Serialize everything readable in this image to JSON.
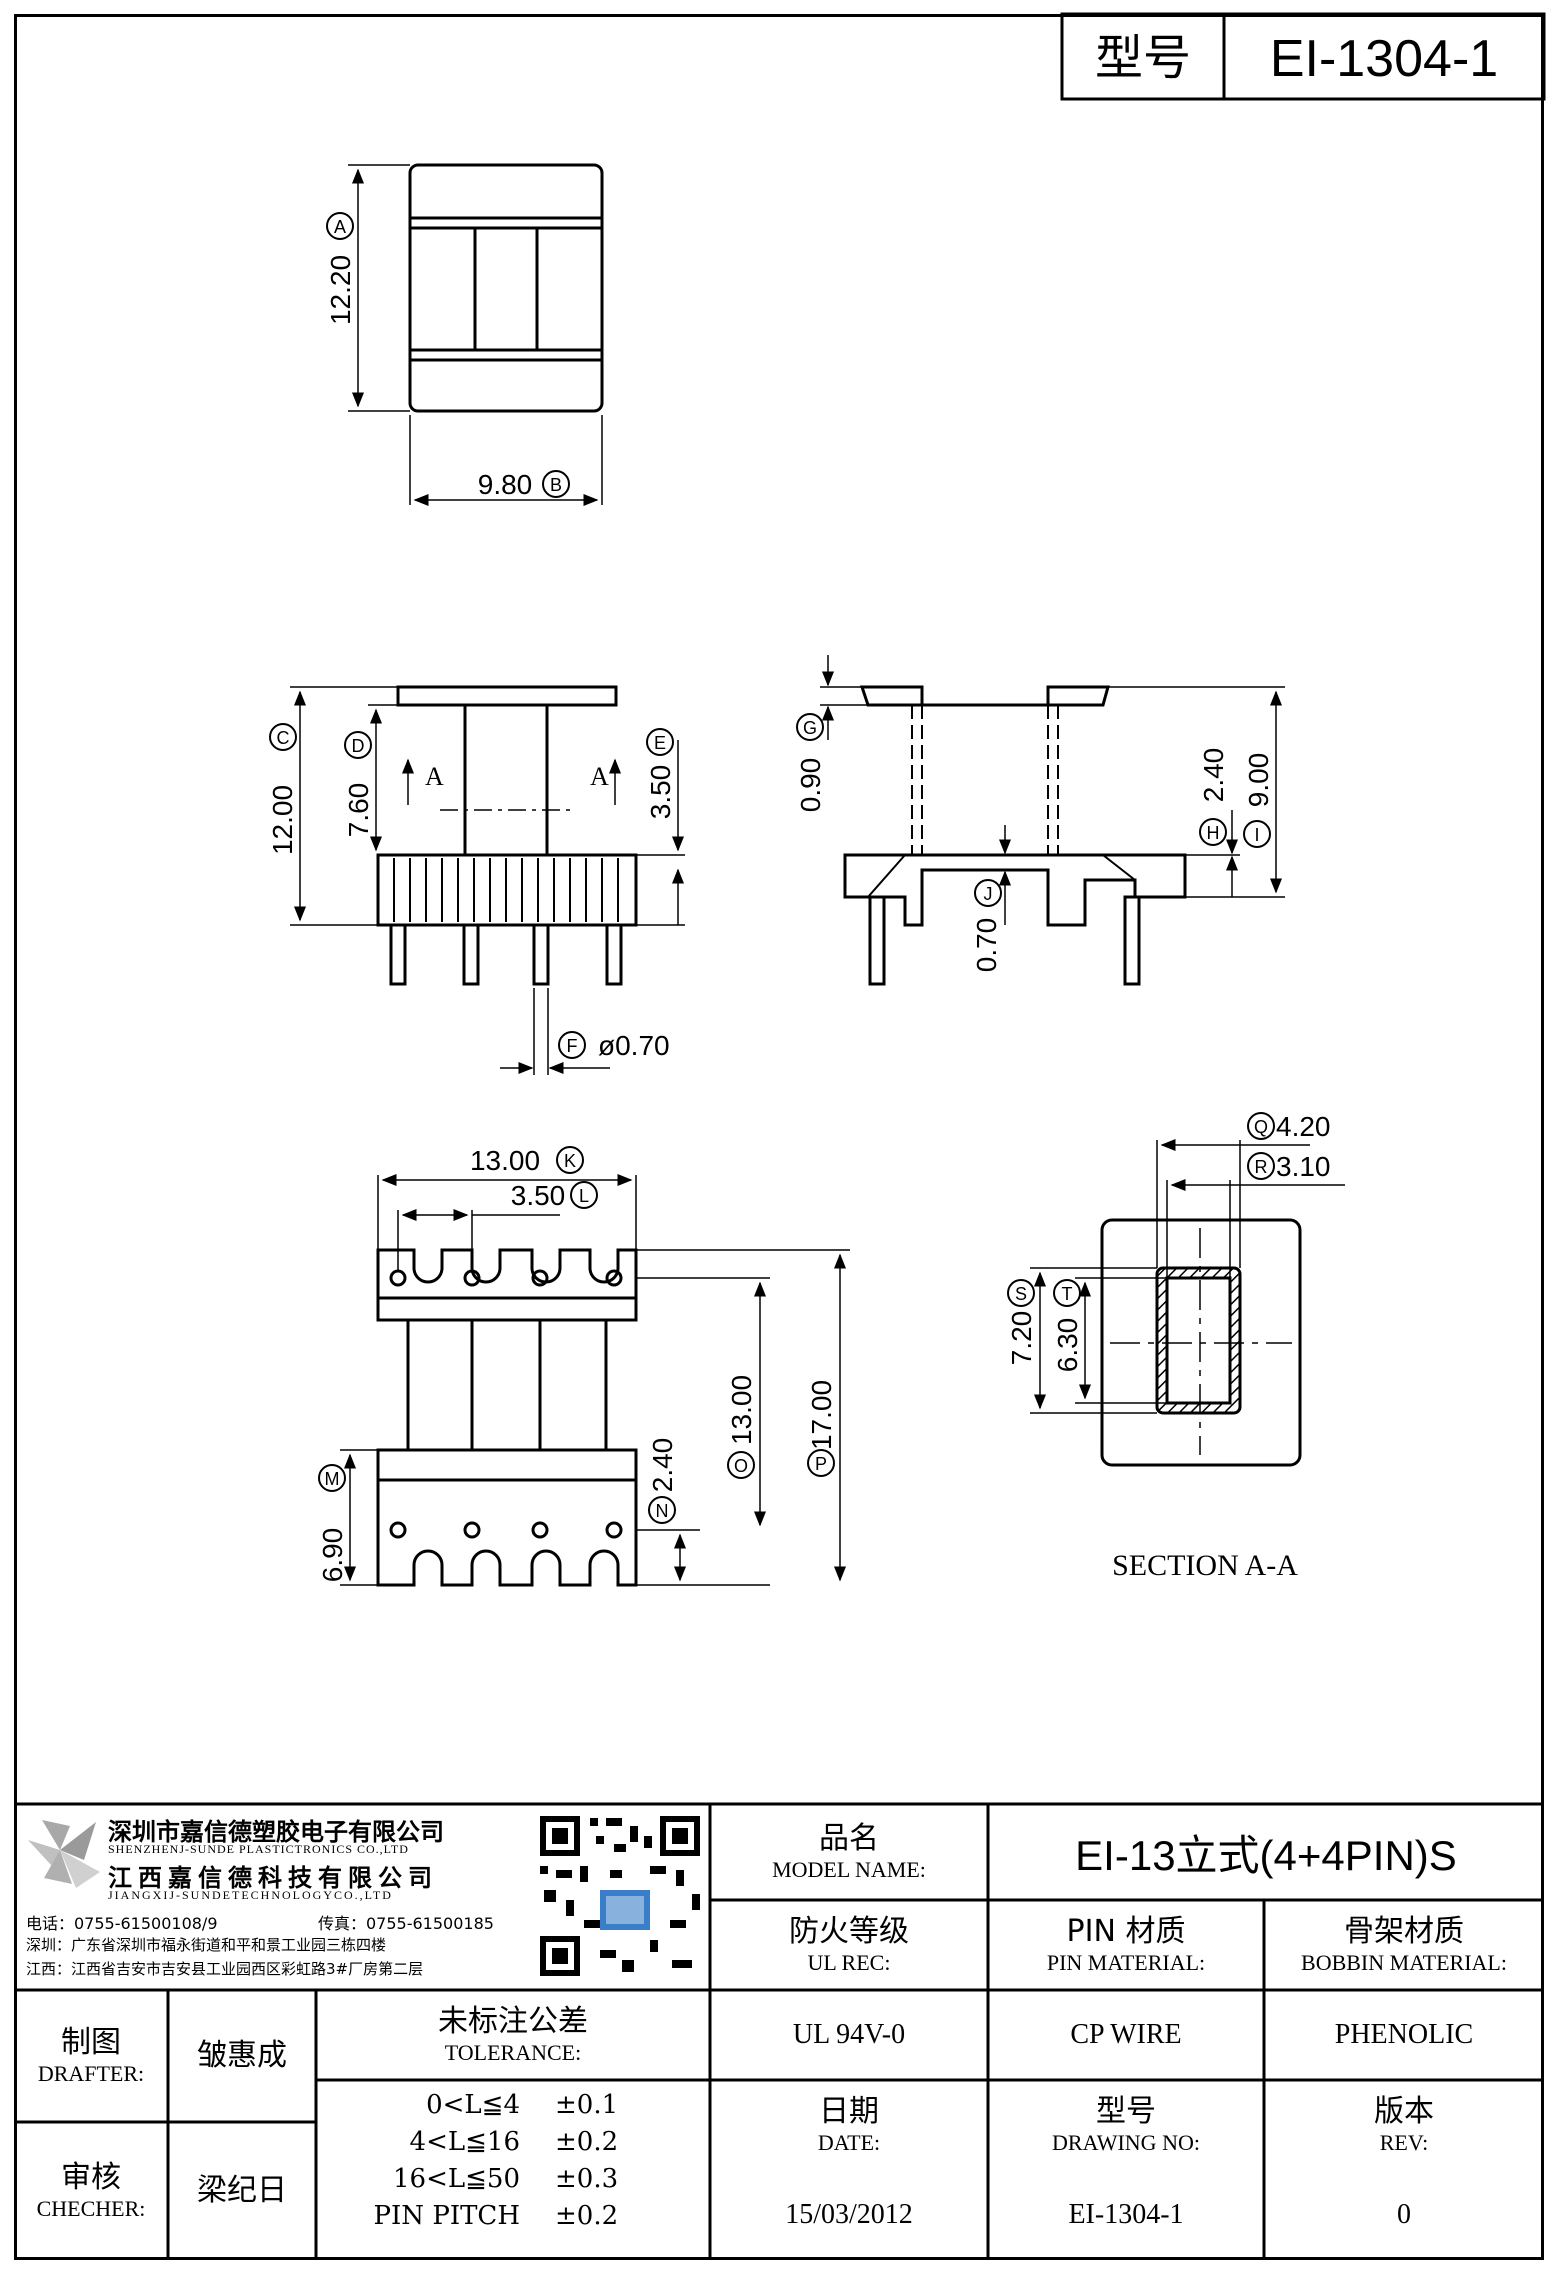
{
  "header": {
    "label": "型号",
    "model": "EI-1304-1"
  },
  "dims": {
    "A": "12.20",
    "B": "9.80",
    "C": "12.00",
    "D": "7.60",
    "E": "3.50",
    "F": "ø0.70",
    "G": "0.90",
    "H": "2.40",
    "I": "9.00",
    "J": "0.70",
    "K": "13.00",
    "L": "3.50",
    "M": "6.90",
    "N": "2.40",
    "O": "13.00",
    "P": "17.00",
    "Q": "4.20",
    "R": "3.10",
    "S": "7.20",
    "T": "6.30",
    "section_mark": "A"
  },
  "letters": {
    "A": "A",
    "B": "B",
    "C": "C",
    "D": "D",
    "E": "E",
    "F": "F",
    "G": "G",
    "H": "H",
    "I": "I",
    "J": "J",
    "K": "K",
    "L": "L",
    "M": "M",
    "N": "N",
    "O": "O",
    "P": "P",
    "Q": "Q",
    "R": "R",
    "S": "S",
    "T": "T"
  },
  "section_label": "SECTION A-A",
  "company": {
    "name_cn": "深圳市嘉信德塑胶电子有限公司",
    "name_en": "SHENZHENJ-SUNDE PLASTICTRONICS CO.,LTD",
    "name2_cn": "江西嘉信德科技有限公司",
    "name2_en": "JIANGXIJ-SUNDETECHNOLOGYCO.,LTD",
    "tel": "电话：0755-61500108/9",
    "fax": "传真：0755-61500185",
    "addr_sz": "深圳：广东省深圳市福永街道和平和景工业园三栋四楼",
    "addr_jx": "江西：江西省吉安市吉安县工业园西区彩虹路3#厂房第二层"
  },
  "titleblock": {
    "model_name_cn": "品名",
    "model_name_en": "MODEL NAME:",
    "model_name_val": "EI-13立式(4+4PIN)S",
    "ul_cn": "防火等级",
    "ul_en": "UL REC:",
    "ul_val": "UL 94V-0",
    "pin_cn": "PIN 材质",
    "pin_en": "PIN MATERIAL:",
    "pin_val": "CP WIRE",
    "bobbin_cn": "骨架材质",
    "bobbin_en": "BOBBIN MATERIAL:",
    "bobbin_val": "PHENOLIC",
    "drafter_cn": "制图",
    "drafter_en": "DRAFTER:",
    "drafter_val": "皱惠成",
    "checker_cn": "审核",
    "checker_en": "CHECHER:",
    "checker_val": "梁纪日",
    "tol_cn": "未标注公差",
    "tol_en": "TOLERANCE:",
    "tolerances": [
      {
        "range": "0<L≦4",
        "value": "±0.1"
      },
      {
        "range": "4<L≦16",
        "value": "±0.2"
      },
      {
        "range": "16<L≦50",
        "value": "±0.3"
      },
      {
        "range": "PIN PITCH",
        "value": "±0.2"
      }
    ],
    "date_cn": "日期",
    "date_en": "DATE:",
    "date_val": "15/03/2012",
    "dwg_cn": "型号",
    "dwg_en": "DRAWING NO:",
    "dwg_val": "EI-1304-1",
    "rev_cn": "版本",
    "rev_en": "REV:",
    "rev_val": "0"
  }
}
